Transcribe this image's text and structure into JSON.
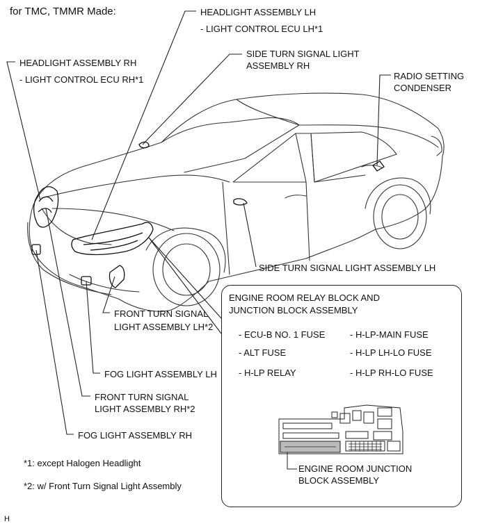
{
  "title": "for TMC, TMMR Made:",
  "labels": {
    "headlight_lh": "HEADLIGHT ASSEMBLY LH",
    "light_ecu_lh": "- LIGHT CONTROL ECU LH*1",
    "side_turn_rh_1": "SIDE TURN SIGNAL LIGHT",
    "side_turn_rh_2": "ASSEMBLY RH",
    "radio_1": "RADIO SETTING",
    "radio_2": "CONDENSER",
    "headlight_rh": "HEADLIGHT ASSEMBLY RH",
    "light_ecu_rh": "- LIGHT CONTROL ECU RH*1",
    "side_turn_lh": "SIDE TURN SIGNAL LIGHT ASSEMBLY LH",
    "front_turn_lh_1": "FRONT TURN SIGNAL",
    "front_turn_lh_2": "LIGHT ASSEMBLY LH*2",
    "fog_lh": "FOG LIGHT ASSEMBLY LH",
    "front_turn_rh_1": "FRONT TURN SIGNAL",
    "front_turn_rh_2": "LIGHT ASSEMBLY RH*2",
    "fog_rh": "FOG LIGHT ASSEMBLY RH"
  },
  "relay_box": {
    "title_1": "ENGINE ROOM RELAY BLOCK AND",
    "title_2": "JUNCTION BLOCK ASSEMBLY",
    "items": [
      "- ECU-B NO. 1 FUSE",
      "- H-LP-MAIN FUSE",
      "- ALT FUSE",
      "- H-LP LH-LO FUSE",
      "- H-LP RELAY",
      "- H-LP RH-LO FUSE"
    ],
    "junction_1": "ENGINE ROOM JUNCTION",
    "junction_2": "BLOCK ASSEMBLY"
  },
  "notes": [
    "*1: except Halogen Headlight",
    "*2: w/ Front Turn Signal Light Assembly"
  ],
  "corner_mark": "H"
}
